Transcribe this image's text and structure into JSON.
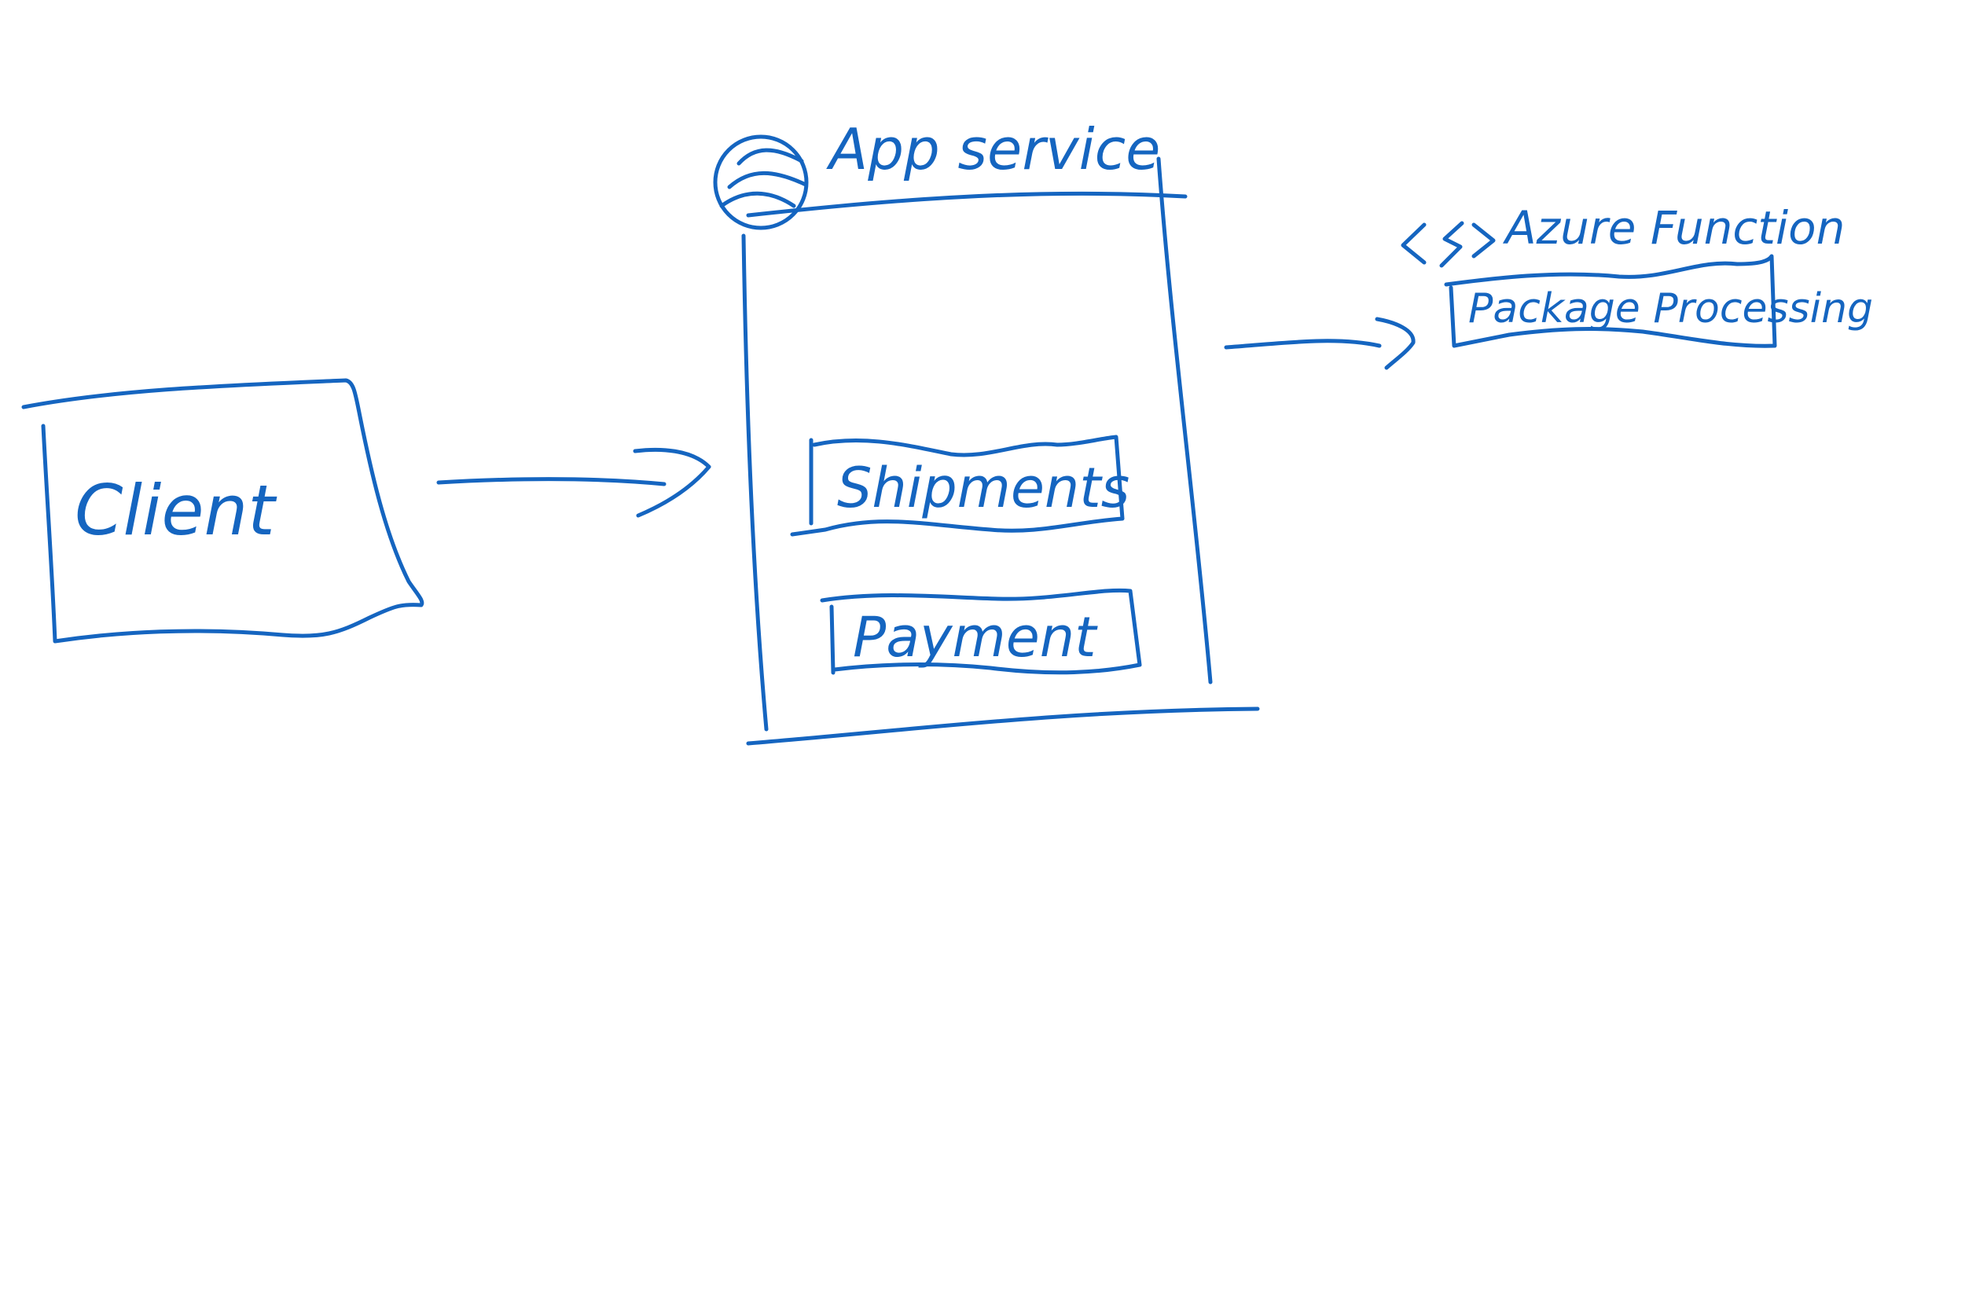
{
  "ink_color": "#1565c0",
  "background_color": "#ffffff",
  "client": {
    "label": "Client"
  },
  "app_service": {
    "icon": "app-service-icon",
    "title": "App service",
    "components": [
      {
        "label": "Shipments"
      },
      {
        "label": "Payment"
      }
    ]
  },
  "azure_function": {
    "icon": "azure-function-icon",
    "title": "Azure Function",
    "components": [
      {
        "label": "Package Processing"
      }
    ]
  }
}
